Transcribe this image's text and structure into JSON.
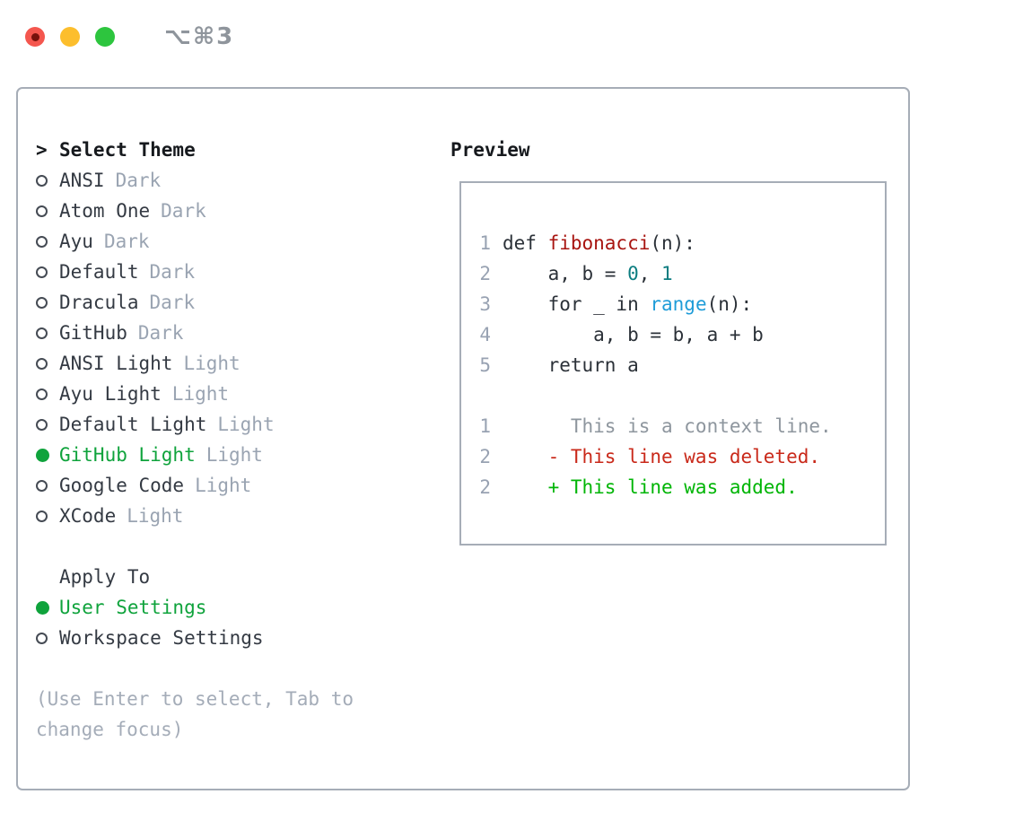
{
  "window": {
    "title": "⌥⌘3"
  },
  "colors": {
    "selected_green": "#0fa33c",
    "added_green": "#00b506",
    "deleted_red": "#c9291a",
    "function_red": "#a81410",
    "number_teal": "#0c7d80",
    "builtin_blue": "#1e9cd8",
    "muted_gray": "#9aa4b2",
    "panel_border": "#a6adb7",
    "traffic_red": "#f4564e",
    "traffic_yellow": "#fcbe2d",
    "traffic_green": "#2dc53e"
  },
  "theme_picker": {
    "heading_prefix": ">",
    "heading": "Select Theme",
    "items": [
      {
        "label": "ANSI",
        "variant": "Dark",
        "selected": false
      },
      {
        "label": "Atom One",
        "variant": "Dark",
        "selected": false
      },
      {
        "label": "Ayu",
        "variant": "Dark",
        "selected": false
      },
      {
        "label": "Default",
        "variant": "Dark",
        "selected": false
      },
      {
        "label": "Dracula",
        "variant": "Dark",
        "selected": false
      },
      {
        "label": "GitHub",
        "variant": "Dark",
        "selected": false
      },
      {
        "label": "ANSI Light",
        "variant": "Light",
        "selected": false
      },
      {
        "label": "Ayu Light",
        "variant": "Light",
        "selected": false
      },
      {
        "label": "Default Light",
        "variant": "Light",
        "selected": false
      },
      {
        "label": "GitHub Light",
        "variant": "Light",
        "selected": true
      },
      {
        "label": "Google Code",
        "variant": "Light",
        "selected": false
      },
      {
        "label": "XCode",
        "variant": "Light",
        "selected": false
      }
    ]
  },
  "apply_to": {
    "heading": "Apply To",
    "options": [
      {
        "label": "User Settings",
        "selected": true
      },
      {
        "label": "Workspace Settings",
        "selected": false
      }
    ]
  },
  "hint": {
    "lines": [
      "(Use Enter to select, Tab to",
      "change focus)"
    ]
  },
  "preview": {
    "heading": "Preview",
    "code_lines": [
      {
        "num": "1",
        "tokens": [
          {
            "t": "def ",
            "c": "code"
          },
          {
            "t": "fibonacci",
            "c": "func"
          },
          {
            "t": "(n):",
            "c": "code"
          }
        ]
      },
      {
        "num": "2",
        "tokens": [
          {
            "t": "    a, b = ",
            "c": "code"
          },
          {
            "t": "0",
            "c": "num"
          },
          {
            "t": ", ",
            "c": "code"
          },
          {
            "t": "1",
            "c": "num"
          }
        ]
      },
      {
        "num": "3",
        "tokens": [
          {
            "t": "    for _ in ",
            "c": "code"
          },
          {
            "t": "range",
            "c": "builtin"
          },
          {
            "t": "(n):",
            "c": "code"
          }
        ]
      },
      {
        "num": "4",
        "tokens": [
          {
            "t": "        a, b = b, a + b",
            "c": "code"
          }
        ]
      },
      {
        "num": "5",
        "tokens": [
          {
            "t": "    return a",
            "c": "code"
          }
        ]
      }
    ],
    "diff_lines": [
      {
        "num": "1",
        "text": "      This is a context line.",
        "type": "context"
      },
      {
        "num": "2",
        "text": "    - This line was deleted.",
        "type": "deleted"
      },
      {
        "num": "2",
        "text": "    + This line was added.",
        "type": "added"
      }
    ]
  }
}
